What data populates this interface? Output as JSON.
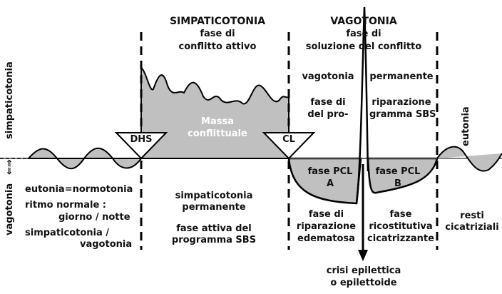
{
  "headers": {
    "sympathicotonia": {
      "title": "SIMPATICOTONIA",
      "line1": "fase di",
      "line2": "conflitto attivo"
    },
    "vagotonia": {
      "title": "VAGOTONIA",
      "line1": "fase di",
      "line2": "soluzione del conflitto"
    }
  },
  "axis": {
    "up": "simpaticotonia",
    "arrows": "⇐⇒",
    "down": "vagotonia"
  },
  "markers": {
    "dhs": "DHS",
    "cl": "CL"
  },
  "conflict_mass": {
    "line1": "Massa",
    "line2": "conflittuale"
  },
  "vagotonia_labels": {
    "permanent_left": "vagotonia",
    "permanent_right": "permanente",
    "repair_left1": "fase di",
    "repair_left2": "del pro-",
    "repair_right1": "riparazione",
    "repair_right2": "gramma SBS"
  },
  "pcl": {
    "a1": "fase PCL",
    "a2": "A",
    "b1": "fase PCL",
    "b2": "B"
  },
  "eutonia_right": "eutonia",
  "left_texts": {
    "l1": "eutonia=normotonia",
    "l2": "ritmo normale :",
    "l3": "giorno / notte",
    "l4": "simpaticotonia /",
    "l5": "vagotonia"
  },
  "middle_texts": {
    "m1": "simpaticotonia",
    "m2": "permanente",
    "m3": "fase attiva del",
    "m4": "programma SBS"
  },
  "pcl_a_texts": {
    "a1": "fase di",
    "a2": "riparazione",
    "a3": "edematosa"
  },
  "pcl_b_texts": {
    "b1": "fase",
    "b2": "ricostitutiva",
    "b3": "cicatrizzante"
  },
  "scar_texts": {
    "s1": "resti",
    "s2": "cicatriziali"
  },
  "crisis": {
    "c1": "crisi epilettica",
    "c2": "o epilettoide"
  },
  "colors": {
    "fill": "#c0c0c0",
    "line": "#000000"
  }
}
